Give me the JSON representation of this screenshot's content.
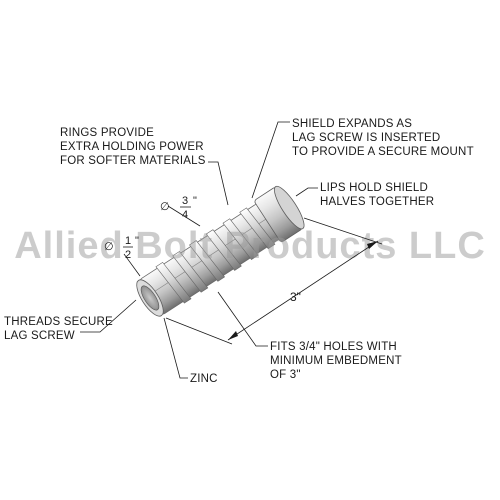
{
  "watermark": "Allied Bolt Products LLC",
  "callouts": {
    "rings": [
      "RINGS PROVIDE",
      "EXTRA HOLDING POWER",
      "FOR SOFTER MATERIALS"
    ],
    "shield": [
      "SHIELD EXPANDS AS",
      "LAG SCREW IS INSERTED",
      "TO PROVIDE A SECURE MOUNT"
    ],
    "lips": [
      "LIPS HOLD SHIELD",
      "HALVES TOGETHER"
    ],
    "threads": [
      "THREADS SECURE",
      "LAG SCREW"
    ],
    "fits": [
      "FITS 3/4\" HOLES WITH",
      "MINIMUM EMBEDMENT",
      "OF 3\""
    ],
    "zinc": "ZINC"
  },
  "dimensions": {
    "length": "3\"",
    "outer_diameter": {
      "symbol": "∅",
      "numerator": "3",
      "denominator": "4",
      "unit": "\""
    },
    "inner_diameter": {
      "symbol": "∅",
      "numerator": "1",
      "denominator": "2",
      "unit": "\""
    }
  },
  "colors": {
    "metal_light": "#f2f2f2",
    "metal_mid": "#c9c9c9",
    "metal_dark": "#8c8c8c",
    "metal_shadow": "#5e5e5e",
    "line": "#1a1a1a",
    "watermark": "#9a9a9a"
  }
}
